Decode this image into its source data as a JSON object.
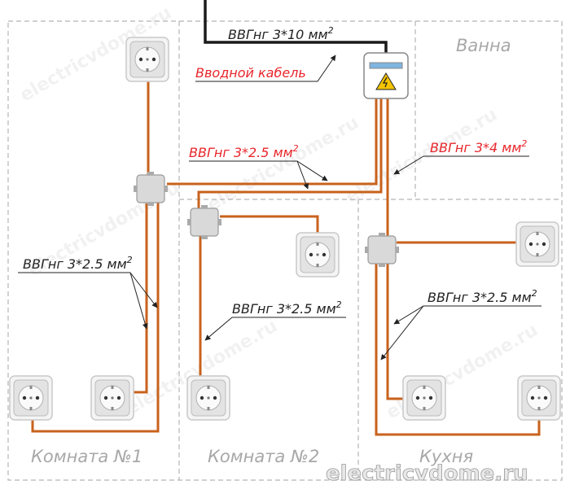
{
  "rooms": {
    "room1": "Комната №1",
    "room2": "Комната №2",
    "kitchen": "Кухня",
    "bath": "Ванна"
  },
  "labels": {
    "input_cable_spec": "ВВГнг 3*10 мм",
    "input_cable_name": "Вводной кабель",
    "panel_to_room1": "ВВГнг 3*2.5 мм",
    "panel_to_kitchen": "ВВГнг 3*4 мм",
    "room1_sockets": "ВВГнг 3*2.5 мм",
    "room2_sockets": "ВВГнг 3*2.5 мм",
    "kitchen_sockets": "ВВГнг 3*2.5 мм",
    "squared": "2"
  },
  "watermark": "electricvdome.ru",
  "colors": {
    "wire": "#c8621c",
    "red_label": "#e8262b",
    "room_label": "#a8a8a8"
  }
}
